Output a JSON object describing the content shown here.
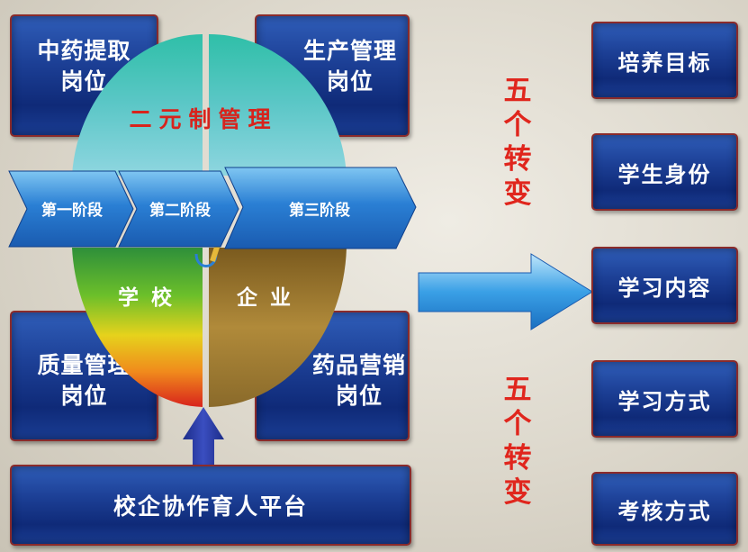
{
  "posts": {
    "top_left": [
      "中药提取",
      "岗位"
    ],
    "top_right": [
      "生产管理",
      "岗位"
    ],
    "bottom_left": [
      "质量管理",
      "岗位"
    ],
    "bottom_right": [
      "药品营销",
      "岗位"
    ]
  },
  "ellipse": {
    "top_label": "二元制管理",
    "left_label": "学校",
    "right_label": "企业"
  },
  "stages": [
    "第一阶段",
    "第二阶段",
    "第三阶段"
  ],
  "platform": "校企协作育人平台",
  "five_changes_top": [
    "五",
    "个",
    "转",
    "变"
  ],
  "five_changes_bottom": [
    "五",
    "个",
    "转",
    "变"
  ],
  "changes": [
    "培养目标",
    "学生身份",
    "学习内容",
    "学习方式",
    "考核方式"
  ],
  "colors": {
    "box_blue": "#1c3f95",
    "border_red": "#8a2b2b",
    "accent_red": "#e0261d",
    "teal": "#2aa9a0",
    "arrow_blue": "#2f8fd8"
  }
}
